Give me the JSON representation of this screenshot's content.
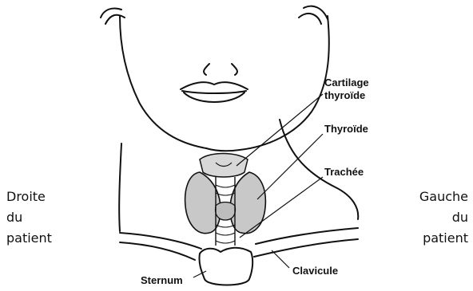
{
  "labels": {
    "cartilage_line1": "Cartilage",
    "cartilage_line2": "thyroïde",
    "thyroid": "Thyroïde",
    "trachea": "Trachée",
    "sternum": "Sternum",
    "clavicle": "Clavicule"
  },
  "side_left": [
    "Droite",
    "du",
    "patient"
  ],
  "side_right": [
    "Gauche",
    "du",
    "patient"
  ]
}
